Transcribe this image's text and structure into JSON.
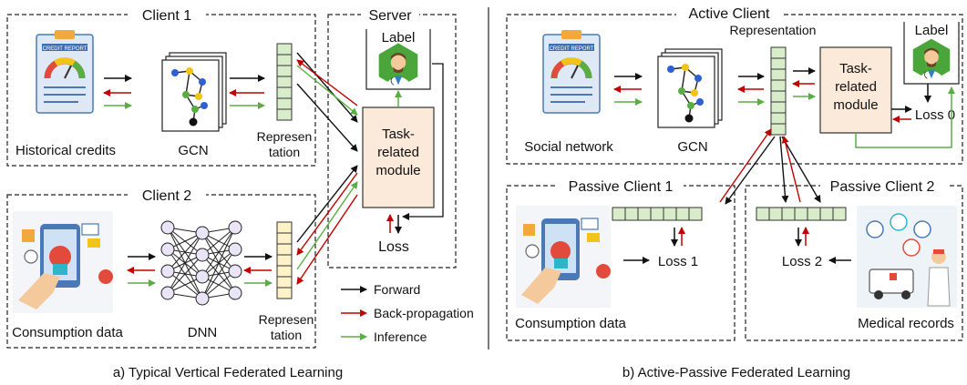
{
  "colors": {
    "forward": "#111111",
    "backprop": "#c00000",
    "inference": "#5aad44",
    "module_fill": "#fbe9da",
    "rep_green": "#d8ecc9",
    "rep_yellow": "#fdf1c7",
    "label_hex": "#4aa53a"
  },
  "left": {
    "client1": {
      "title": "Client 1",
      "data_label": "Historical credits",
      "model_label": "GCN",
      "rep_label_1": "Represen",
      "rep_label_2": "tation",
      "report_text": "CREDIT REPORT"
    },
    "client2": {
      "title": "Client 2",
      "data_label": "Consumption data",
      "model_label": "DNN",
      "rep_label_1": "Represen",
      "rep_label_2": "tation"
    },
    "server": {
      "title": "Server",
      "label_title": "Label",
      "module_line1": "Task-",
      "module_line2": "related",
      "module_line3": "module",
      "loss": "Loss"
    },
    "caption": "a) Typical Vertical Federated Learning"
  },
  "legend": {
    "forward": "Forward",
    "backprop": "Back-propagation",
    "inference": "Inference"
  },
  "right": {
    "active": {
      "title": "Active Client",
      "data_label": "Social network",
      "model_label": "GCN",
      "rep_label": "Representation",
      "label_title": "Label",
      "module_line1": "Task-",
      "module_line2": "related",
      "module_line3": "module",
      "loss0": "Loss 0",
      "report_text": "CREDIT REPORT"
    },
    "passive1": {
      "title": "Passive Client 1",
      "data_label": "Consumption data",
      "loss": "Loss 1"
    },
    "passive2": {
      "title": "Passive Client 2",
      "data_label": "Medical records",
      "loss": "Loss 2"
    },
    "caption": "b) Active-Passive Federated Learning"
  }
}
